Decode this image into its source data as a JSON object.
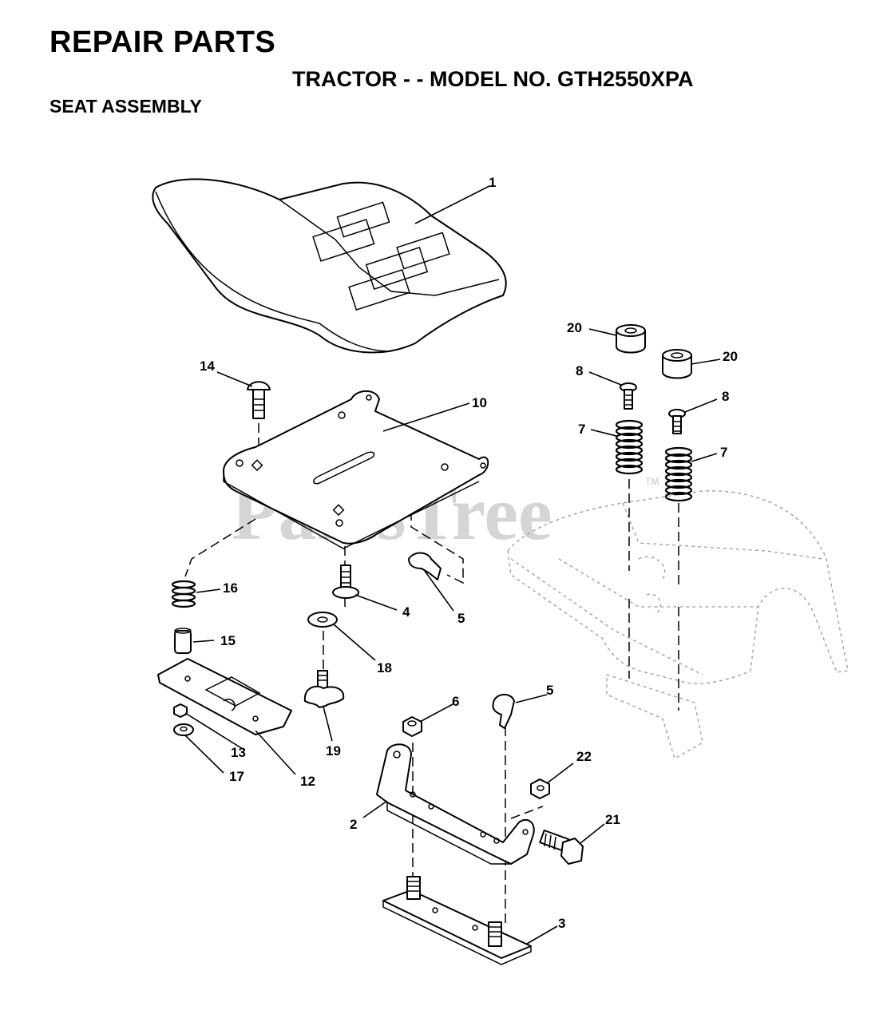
{
  "header": {
    "title": "REPAIR PARTS",
    "model": "TRACTOR - - MODEL NO. GTH2550XPA",
    "section": "SEAT ASSEMBLY"
  },
  "watermark": {
    "text": "PartsTree",
    "tm": "TM"
  },
  "callouts": [
    "1",
    "2",
    "3",
    "4",
    "5",
    "5",
    "6",
    "7",
    "7",
    "8",
    "8",
    "10",
    "12",
    "13",
    "14",
    "15",
    "16",
    "17",
    "18",
    "19",
    "20",
    "20",
    "21",
    "22"
  ]
}
